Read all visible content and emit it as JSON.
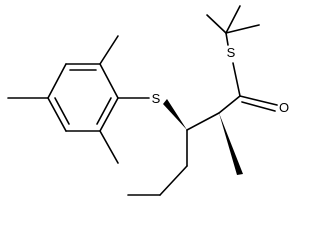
{
  "structure": {
    "atoms": {
      "thioether_sulfur": "S",
      "thioester_sulfur": "S",
      "carbonyl_oxygen": "O"
    }
  },
  "colors": {
    "ink": "#000000",
    "background": "#ffffff"
  }
}
